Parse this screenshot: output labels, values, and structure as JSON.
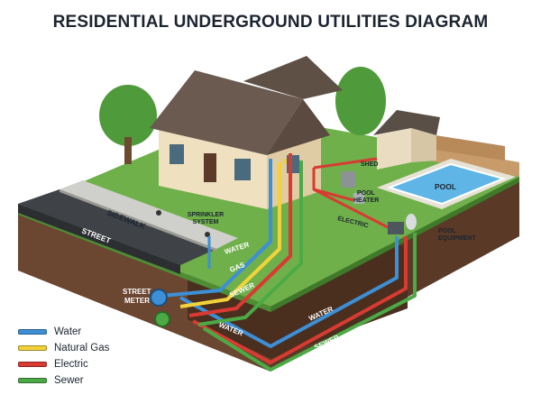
{
  "title": "RESIDENTIAL UNDERGROUND UTILITIES DIAGRAM",
  "labels": {
    "sidewalk": "SIDEWALK",
    "street": "STREET",
    "sprinkler_line1": "SPRINKLER",
    "sprinkler_line2": "SYSTEM",
    "shed": "SHED",
    "pool": "POOL",
    "pool_heater_line1": "POOL",
    "pool_heater_line2": "HEATER",
    "electric": "ELECTRIC",
    "pool_equipment_line1": "POOL",
    "pool_equipment_line2": "EQUIPMENT",
    "street_meter_line1": "STREET",
    "street_meter_line2": "METER",
    "water_upper": "WATER",
    "gas": "GAS",
    "sewer_upper": "SEWER",
    "water_lower": "WATER",
    "water_right": "WATER",
    "sewer_lower": "SEWER",
    "sewer_right": "SEWER"
  },
  "legend": [
    {
      "label": "Water",
      "color": "#3d8fd6"
    },
    {
      "label": "Natural Gas",
      "color": "#f2d23a"
    },
    {
      "label": "Electric",
      "color": "#d93a32"
    },
    {
      "label": "Sewer",
      "color": "#4caa46"
    }
  ],
  "colors": {
    "water": "#3d8fd6",
    "gas": "#f2d23a",
    "electric": "#d93a32",
    "sewer": "#4caa46"
  }
}
